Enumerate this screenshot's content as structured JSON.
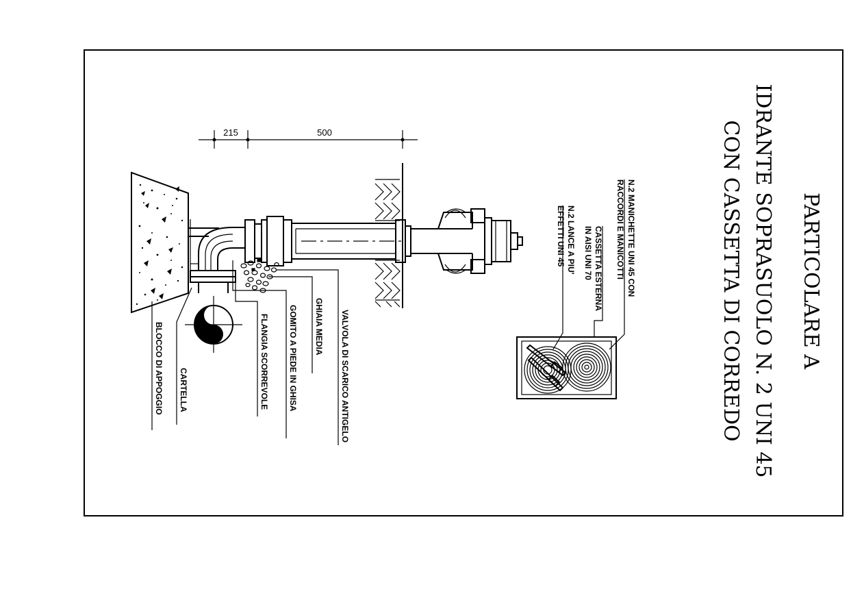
{
  "title": {
    "line1": "PARTICOLARE A",
    "line2": "IDRANTE SOPRASUOLO N. 2 UNI 45",
    "line3": "CON CASSETTA DI CORREDO"
  },
  "dimensions": {
    "d1": "215",
    "d2": "500"
  },
  "labels": {
    "valvola": "VALVOLA DI SCARICO ANTIGELO",
    "ghiaia": "GHIAIA MEDIA",
    "gomito": "GOMITO A PIEDE IN GHISA",
    "flangia": "FLANGIA SCORREVOLE",
    "cartella": "CARTELLA",
    "blocco": "BLOCCO DI APPOGGIO"
  },
  "box_labels": {
    "manichette_1": "N.2 MANICHETTE UNI 45 CON",
    "manichette_2": "RACCORDI E MANICOTTI",
    "cassetta_1": "CASSETTA ESTERNA",
    "cassetta_2": "IN AISI UNI 70",
    "lance_1": "N.2 LANCE A PIU'",
    "lance_2": "EFFETTI UNI 45"
  }
}
